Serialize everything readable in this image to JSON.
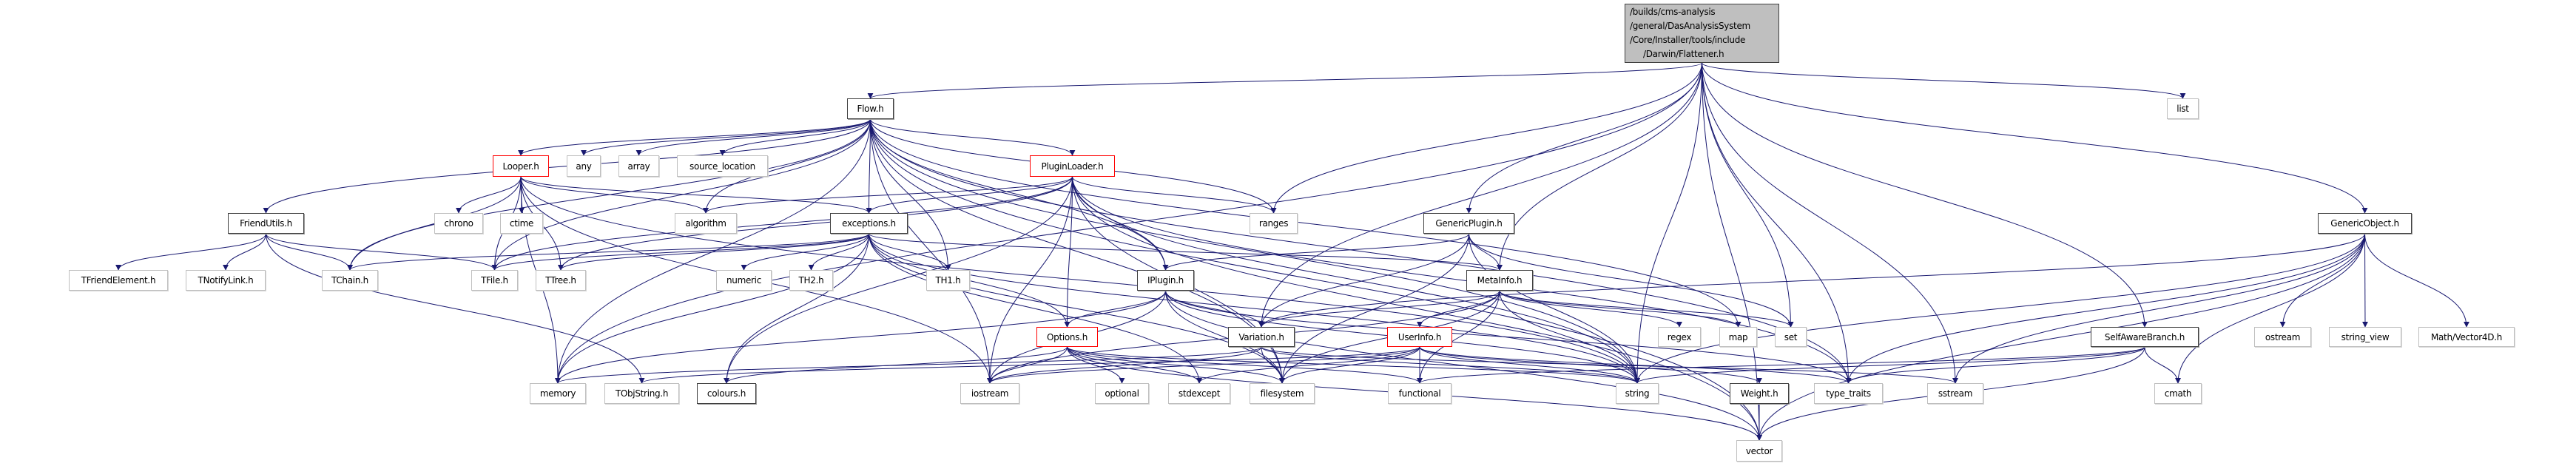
{
  "colors": {
    "edge": "#191970",
    "root_fill": "#bfbfbf",
    "missing_border": "#ff0000",
    "documented_border": "#404040",
    "system_border": "#bfbfbf"
  },
  "root": {
    "lines": [
      "/builds/cms-analysis",
      "/general/DasAnalysisSystem",
      "/Core/Installer/tools/include",
      "/Darwin/Flattener.h"
    ]
  },
  "nodes": {
    "Flow": {
      "label": "Flow.h",
      "kind": "doc"
    },
    "list": {
      "label": "list",
      "kind": "sys"
    },
    "Looper": {
      "label": "Looper.h",
      "kind": "red"
    },
    "any": {
      "label": "any",
      "kind": "sys"
    },
    "array": {
      "label": "array",
      "kind": "sys"
    },
    "source_location": {
      "label": "source_location",
      "kind": "sys"
    },
    "PluginLoader": {
      "label": "PluginLoader.h",
      "kind": "red"
    },
    "FriendUtils": {
      "label": "FriendUtils.h",
      "kind": "doc"
    },
    "chrono": {
      "label": "chrono",
      "kind": "sys"
    },
    "ctime": {
      "label": "ctime",
      "kind": "sys"
    },
    "algorithm": {
      "label": "algorithm",
      "kind": "sys"
    },
    "exceptions": {
      "label": "exceptions.h",
      "kind": "doc"
    },
    "ranges": {
      "label": "ranges",
      "kind": "sys"
    },
    "GenericPlugin": {
      "label": "GenericPlugin.h",
      "kind": "doc"
    },
    "GenericObject": {
      "label": "GenericObject.h",
      "kind": "doc"
    },
    "TFriendElement": {
      "label": "TFriendElement.h",
      "kind": "sys"
    },
    "TNotifyLink": {
      "label": "TNotifyLink.h",
      "kind": "sys"
    },
    "TChain": {
      "label": "TChain.h",
      "kind": "sys"
    },
    "TFile": {
      "label": "TFile.h",
      "kind": "sys"
    },
    "TTree": {
      "label": "TTree.h",
      "kind": "sys"
    },
    "numeric": {
      "label": "numeric",
      "kind": "sys"
    },
    "TH2": {
      "label": "TH2.h",
      "kind": "sys"
    },
    "TH1": {
      "label": "TH1.h",
      "kind": "sys"
    },
    "IPlugin": {
      "label": "IPlugin.h",
      "kind": "doc"
    },
    "MetaInfo": {
      "label": "MetaInfo.h",
      "kind": "doc"
    },
    "Options": {
      "label": "Options.h",
      "kind": "red"
    },
    "Variation": {
      "label": "Variation.h",
      "kind": "doc"
    },
    "UserInfo": {
      "label": "UserInfo.h",
      "kind": "red"
    },
    "regex": {
      "label": "regex",
      "kind": "sys"
    },
    "map": {
      "label": "map",
      "kind": "sys"
    },
    "set": {
      "label": "set",
      "kind": "sys"
    },
    "SelfAwareBranch": {
      "label": "SelfAwareBranch.h",
      "kind": "doc"
    },
    "ostream": {
      "label": "ostream",
      "kind": "sys"
    },
    "string_view": {
      "label": "string_view",
      "kind": "sys"
    },
    "Vector4D": {
      "label": "Math/Vector4D.h",
      "kind": "sys"
    },
    "memory": {
      "label": "memory",
      "kind": "sys"
    },
    "TObjString": {
      "label": "TObjString.h",
      "kind": "sys"
    },
    "colours": {
      "label": "colours.h",
      "kind": "doc"
    },
    "iostream": {
      "label": "iostream",
      "kind": "sys"
    },
    "optional": {
      "label": "optional",
      "kind": "sys"
    },
    "stdexcept": {
      "label": "stdexcept",
      "kind": "sys"
    },
    "filesystem": {
      "label": "filesystem",
      "kind": "sys"
    },
    "functional": {
      "label": "functional",
      "kind": "sys"
    },
    "string": {
      "label": "string",
      "kind": "sys"
    },
    "Weight": {
      "label": "Weight.h",
      "kind": "doc"
    },
    "type_traits": {
      "label": "type_traits",
      "kind": "sys"
    },
    "sstream": {
      "label": "sstream",
      "kind": "sys"
    },
    "cmath": {
      "label": "cmath",
      "kind": "sys"
    },
    "vector": {
      "label": "vector",
      "kind": "sys"
    }
  },
  "edges": [
    [
      "root",
      "Flow"
    ],
    [
      "root",
      "memory"
    ],
    [
      "root",
      "ranges"
    ],
    [
      "root",
      "Variation"
    ],
    [
      "root",
      "GenericPlugin"
    ],
    [
      "root",
      "MetaInfo"
    ],
    [
      "root",
      "set"
    ],
    [
      "root",
      "string"
    ],
    [
      "root",
      "type_traits"
    ],
    [
      "root",
      "list"
    ],
    [
      "root",
      "SelfAwareBranch"
    ],
    [
      "root",
      "GenericObject"
    ],
    [
      "root",
      "vector"
    ],
    [
      "root",
      "sstream"
    ],
    [
      "Flow",
      "FriendUtils"
    ],
    [
      "Flow",
      "Looper"
    ],
    [
      "Flow",
      "any"
    ],
    [
      "Flow",
      "array"
    ],
    [
      "Flow",
      "source_location"
    ],
    [
      "Flow",
      "TChain"
    ],
    [
      "Flow",
      "TFile"
    ],
    [
      "Flow",
      "memory"
    ],
    [
      "Flow",
      "exceptions"
    ],
    [
      "Flow",
      "TH1"
    ],
    [
      "Flow",
      "PluginLoader"
    ],
    [
      "Flow",
      "IPlugin"
    ],
    [
      "Flow",
      "ranges"
    ],
    [
      "Flow",
      "filesystem"
    ],
    [
      "Flow",
      "vector"
    ],
    [
      "Flow",
      "iostream"
    ],
    [
      "Flow",
      "map"
    ],
    [
      "Flow",
      "string"
    ],
    [
      "Flow",
      "type_traits"
    ],
    [
      "Flow",
      "algorithm"
    ],
    [
      "Looper",
      "chrono"
    ],
    [
      "Looper",
      "ctime"
    ],
    [
      "Looper",
      "algorithm"
    ],
    [
      "Looper",
      "exceptions"
    ],
    [
      "Looper",
      "TChain"
    ],
    [
      "Looper",
      "TFile"
    ],
    [
      "Looper",
      "TTree"
    ],
    [
      "Looper",
      "memory"
    ],
    [
      "Looper",
      "iostream"
    ],
    [
      "Looper",
      "string"
    ],
    [
      "FriendUtils",
      "TFriendElement"
    ],
    [
      "FriendUtils",
      "TNotifyLink"
    ],
    [
      "FriendUtils",
      "TChain"
    ],
    [
      "FriendUtils",
      "TFile"
    ],
    [
      "FriendUtils",
      "TObjString"
    ],
    [
      "exceptions",
      "TChain"
    ],
    [
      "exceptions",
      "TFile"
    ],
    [
      "exceptions",
      "TTree"
    ],
    [
      "exceptions",
      "numeric"
    ],
    [
      "exceptions",
      "TH2"
    ],
    [
      "exceptions",
      "TH1"
    ],
    [
      "exceptions",
      "memory"
    ],
    [
      "exceptions",
      "colours"
    ],
    [
      "exceptions",
      "Options"
    ],
    [
      "exceptions",
      "MetaInfo"
    ],
    [
      "exceptions",
      "stdexcept"
    ],
    [
      "exceptions",
      "string"
    ],
    [
      "exceptions",
      "filesystem"
    ],
    [
      "PluginLoader",
      "exceptions"
    ],
    [
      "PluginLoader",
      "TFile"
    ],
    [
      "PluginLoader",
      "TTree"
    ],
    [
      "PluginLoader",
      "ranges"
    ],
    [
      "PluginLoader",
      "IPlugin"
    ],
    [
      "PluginLoader",
      "Options"
    ],
    [
      "PluginLoader",
      "iostream"
    ],
    [
      "PluginLoader",
      "filesystem"
    ],
    [
      "PluginLoader",
      "vector"
    ],
    [
      "PluginLoader",
      "colours"
    ],
    [
      "PluginLoader",
      "algorithm"
    ],
    [
      "PluginLoader",
      "string"
    ],
    [
      "PluginLoader",
      "type_traits"
    ],
    [
      "GenericPlugin",
      "IPlugin"
    ],
    [
      "GenericPlugin",
      "MetaInfo"
    ],
    [
      "GenericPlugin",
      "Variation"
    ],
    [
      "GenericPlugin",
      "filesystem"
    ],
    [
      "GenericPlugin",
      "set"
    ],
    [
      "GenericPlugin",
      "string"
    ],
    [
      "IPlugin",
      "Options"
    ],
    [
      "IPlugin",
      "Variation"
    ],
    [
      "IPlugin",
      "iostream"
    ],
    [
      "IPlugin",
      "filesystem"
    ],
    [
      "IPlugin",
      "memory"
    ],
    [
      "IPlugin",
      "string"
    ],
    [
      "IPlugin",
      "vector"
    ],
    [
      "IPlugin",
      "type_traits"
    ],
    [
      "MetaInfo",
      "UserInfo"
    ],
    [
      "MetaInfo",
      "Variation"
    ],
    [
      "MetaInfo",
      "regex"
    ],
    [
      "MetaInfo",
      "map"
    ],
    [
      "MetaInfo",
      "set"
    ],
    [
      "MetaInfo",
      "string"
    ],
    [
      "MetaInfo",
      "filesystem"
    ],
    [
      "MetaInfo",
      "iostream"
    ],
    [
      "MetaInfo",
      "functional"
    ],
    [
      "Options",
      "iostream"
    ],
    [
      "Options",
      "optional"
    ],
    [
      "Options",
      "stdexcept"
    ],
    [
      "Options",
      "filesystem"
    ],
    [
      "Options",
      "vector"
    ],
    [
      "Options",
      "colours"
    ],
    [
      "Options",
      "functional"
    ],
    [
      "Options",
      "string"
    ],
    [
      "Variation",
      "string"
    ],
    [
      "Variation",
      "memory"
    ],
    [
      "Variation",
      "iostream"
    ],
    [
      "Variation",
      "filesystem"
    ],
    [
      "Variation",
      "sstream"
    ],
    [
      "UserInfo",
      "functional"
    ],
    [
      "UserInfo",
      "filesystem"
    ],
    [
      "UserInfo",
      "string"
    ],
    [
      "UserInfo",
      "iostream"
    ],
    [
      "UserInfo",
      "stdexcept"
    ],
    [
      "UserInfo",
      "TObjString"
    ],
    [
      "UserInfo",
      "type_traits"
    ],
    [
      "UserInfo",
      "Weight"
    ],
    [
      "Weight",
      "vector"
    ],
    [
      "SelfAwareBranch",
      "string"
    ],
    [
      "SelfAwareBranch",
      "cmath"
    ],
    [
      "SelfAwareBranch",
      "vector"
    ],
    [
      "SelfAwareBranch",
      "functional"
    ],
    [
      "SelfAwareBranch",
      "type_traits"
    ],
    [
      "GenericObject",
      "ostream"
    ],
    [
      "GenericObject",
      "string_view"
    ],
    [
      "GenericObject",
      "Vector4D"
    ],
    [
      "GenericObject",
      "Variation"
    ],
    [
      "GenericObject",
      "string"
    ],
    [
      "GenericObject",
      "cmath"
    ],
    [
      "GenericObject",
      "sstream"
    ],
    [
      "GenericObject",
      "vector"
    ],
    [
      "GenericObject",
      "type_traits"
    ]
  ]
}
